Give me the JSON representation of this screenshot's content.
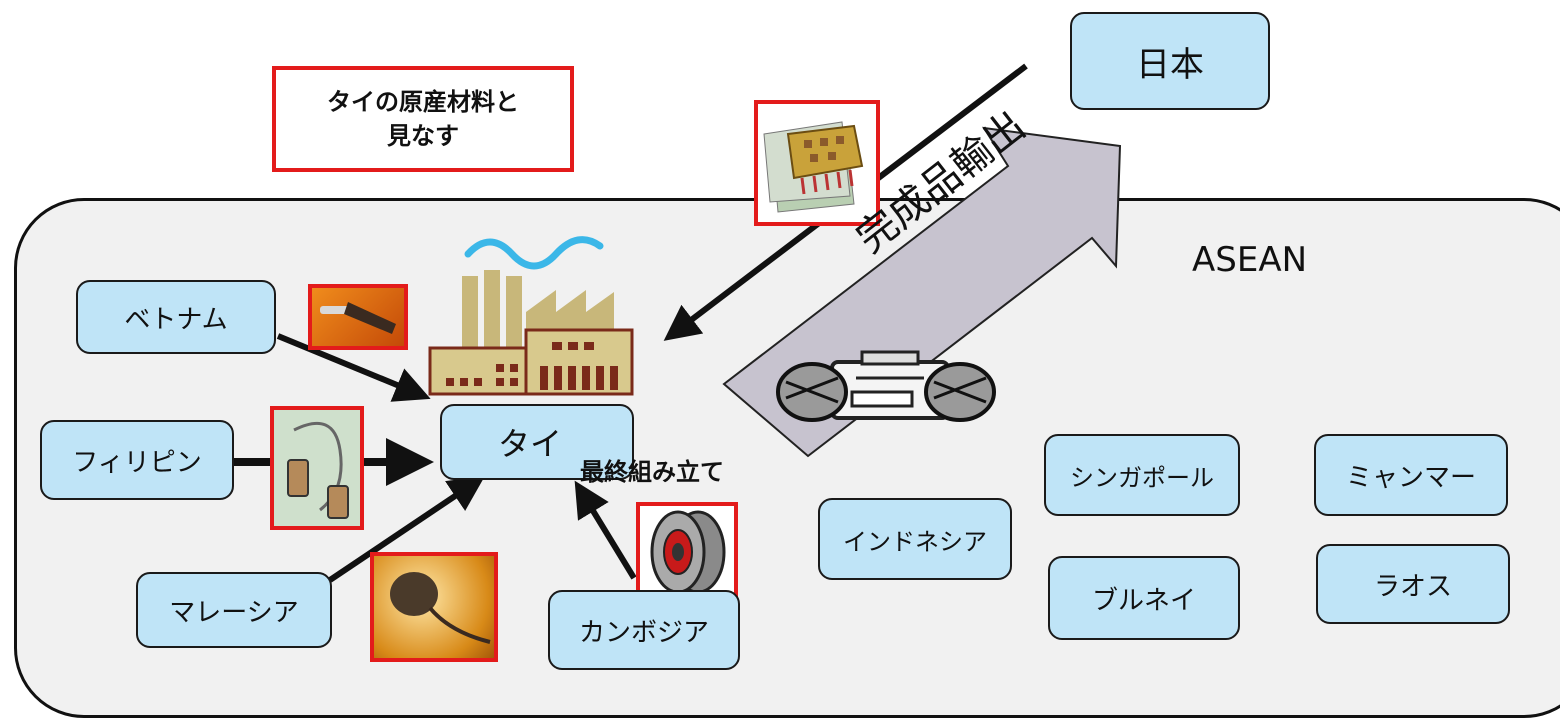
{
  "region_label": "ASEAN",
  "callout": {
    "line1": "タイの原産材料と",
    "line2": "見なす"
  },
  "export_label": "完成品輸出",
  "assembly_label": "最終組み立て",
  "countries": {
    "japan": "日本",
    "vietnam": "ベトナム",
    "philippines": "フィリピン",
    "malaysia": "マレーシア",
    "cambodia": "カンボジア",
    "thailand": "タイ",
    "indonesia": "インドネシア",
    "singapore": "シンガポール",
    "myanmar": "ミャンマー",
    "brunei": "ブルネイ",
    "laos": "ラオス"
  },
  "colors": {
    "box_fill": "#bfe4f7",
    "highlight": "#e31b1b",
    "region_fill": "#f1f1f1",
    "arrow_fill": "#c7c3cf"
  },
  "icons": [
    "chip-icon",
    "cable-jack-icon",
    "serial-cable-icon",
    "capacitor-icon",
    "speaker-icon",
    "factory-icon",
    "radio-icon"
  ]
}
